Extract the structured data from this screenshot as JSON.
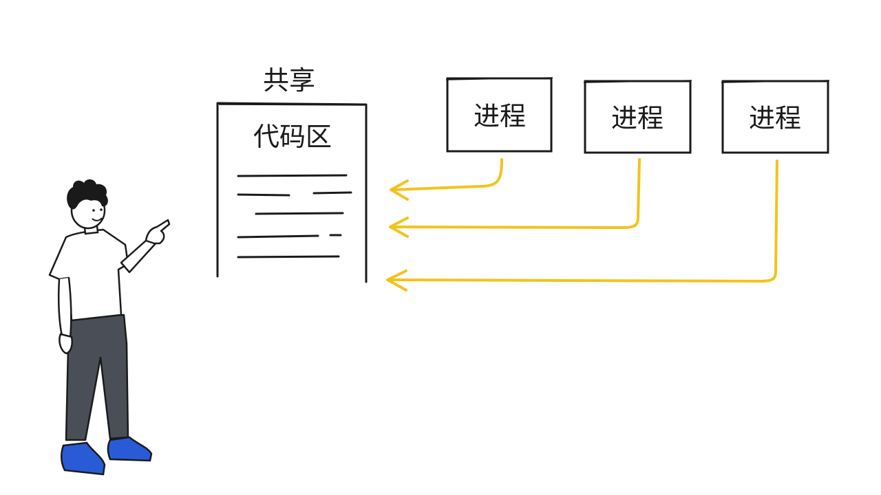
{
  "shared_label": "共享",
  "code_area": {
    "title": "代码区"
  },
  "processes": [
    {
      "label": "进程"
    },
    {
      "label": "进程"
    },
    {
      "label": "进程"
    }
  ],
  "colors": {
    "arrow": "#f2c31b",
    "ink": "#1a1a1a",
    "pants": "#4a4f57",
    "shoes": "#2a5bd7"
  }
}
